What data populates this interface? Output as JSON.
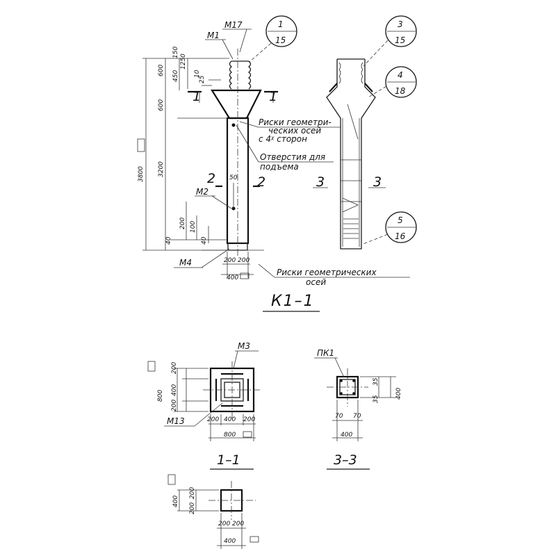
{
  "title": "К1–1",
  "callouts": {
    "c1": {
      "top": "1",
      "bottom": "15"
    },
    "c2": {
      "top": "3",
      "bottom": "15"
    },
    "c3": {
      "top": "4",
      "bottom": "18"
    },
    "c4": {
      "top": "5",
      "bottom": "16"
    }
  },
  "marks": {
    "m17": "М17",
    "m1": "М1",
    "m2": "М2",
    "m4": "М4",
    "m3": "М3",
    "m13": "М13",
    "pk1": "ПК1"
  },
  "notes": {
    "risks_line1": "Риски геометри-",
    "risks_line2": "ческих осей",
    "risks_line3": "с 4ᵡ сторон",
    "holes_line1": "Отверстия для",
    "holes_line2": "подъема",
    "bottom_risks_line1": "Риски геометрических",
    "bottom_risks_line2": "осей"
  },
  "section_labels": {
    "s1": "1",
    "s2": "2",
    "s3": "3",
    "sec11": "1–1",
    "sec33": "3–3"
  },
  "dimensions": {
    "d3800": "3800",
    "d3200": "3200",
    "d600a": "600",
    "d600b": "600",
    "d150": "150",
    "d1250": "1250",
    "d450": "450",
    "d25": "25",
    "d10": "10",
    "d50": "50",
    "d200a": "200",
    "d100": "100",
    "d40a": "40",
    "d40b": "40",
    "d200_200": "200 200",
    "d400a": "400",
    "d800": "800",
    "d400b": "400",
    "d200b": "200",
    "d200c": "200",
    "d200d": "200",
    "d400c": "400",
    "d800b": "800",
    "d400d": "400",
    "d35a": "35",
    "d35b": "35",
    "d70a": "70",
    "d70b": "70",
    "d400e": "400",
    "d400f": "400",
    "d200e": "200",
    "d200f": "200",
    "d200_200b": "200 200",
    "d400g": "400"
  }
}
